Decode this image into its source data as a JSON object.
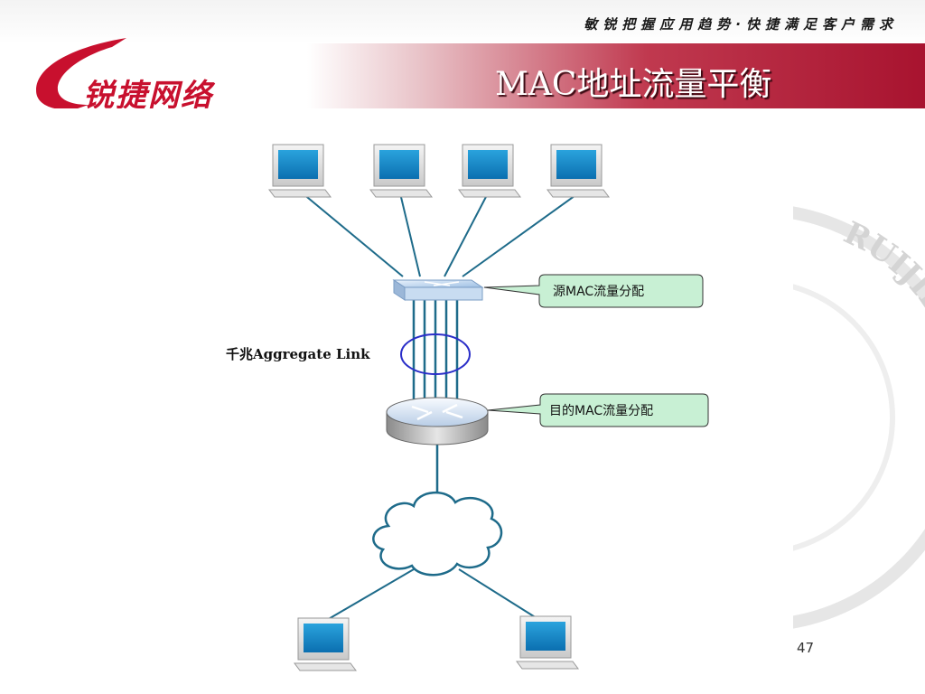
{
  "header": {
    "slogan": "敏锐把握应用趋势·快捷满足客户需求",
    "logo_text": "锐捷网络",
    "title": "MAC地址流量平衡"
  },
  "diagram": {
    "callouts": {
      "source": "源MAC流量分配",
      "destination": "目的MAC流量分配"
    },
    "link_label": "千兆Aggregate Link"
  },
  "watermark": {
    "text": "RUIJIE NETWORK"
  },
  "footer": {
    "page_number": "47"
  },
  "colors": {
    "brand_red": "#c8102e",
    "link_blue": "#1e6b8a",
    "callout_green": "#c8f0d4",
    "ellipse_blue": "#2a2ec8"
  }
}
